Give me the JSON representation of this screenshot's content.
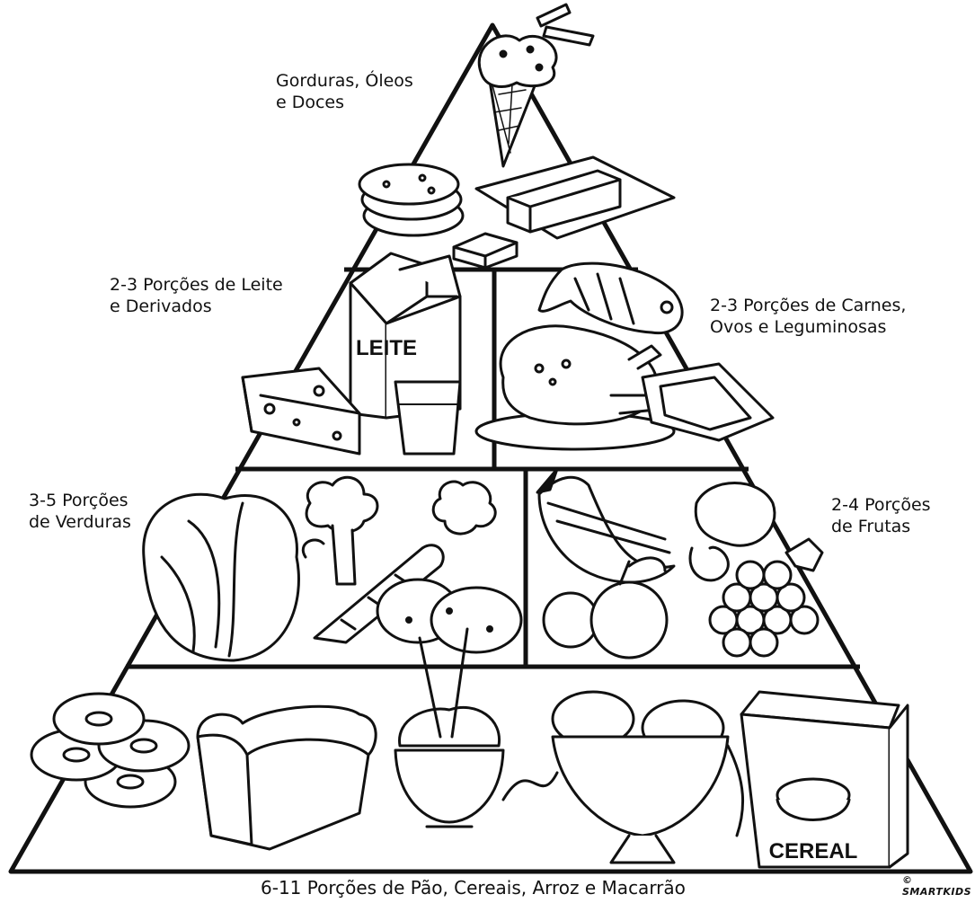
{
  "labels": {
    "fats": "Gorduras, Óleos\ne Doces",
    "dairy": "2-3 Porções de Leite\ne Derivados",
    "protein": "2-3 Porções de Carnes,\nOvos e Leguminosas",
    "vegetables": "3-5 Porções\nde Verduras",
    "fruits": "2-4 Porções\nde Frutas",
    "grains": "6-11 Porções de Pão, Cereais, Arroz e Macarrão"
  },
  "item_text": {
    "milk_carton": "LEITE",
    "cereal_box": "CEREAL"
  },
  "credit": "© SMARTKIDS",
  "colors": {
    "line": "#111111",
    "fill": "#ffffff"
  }
}
